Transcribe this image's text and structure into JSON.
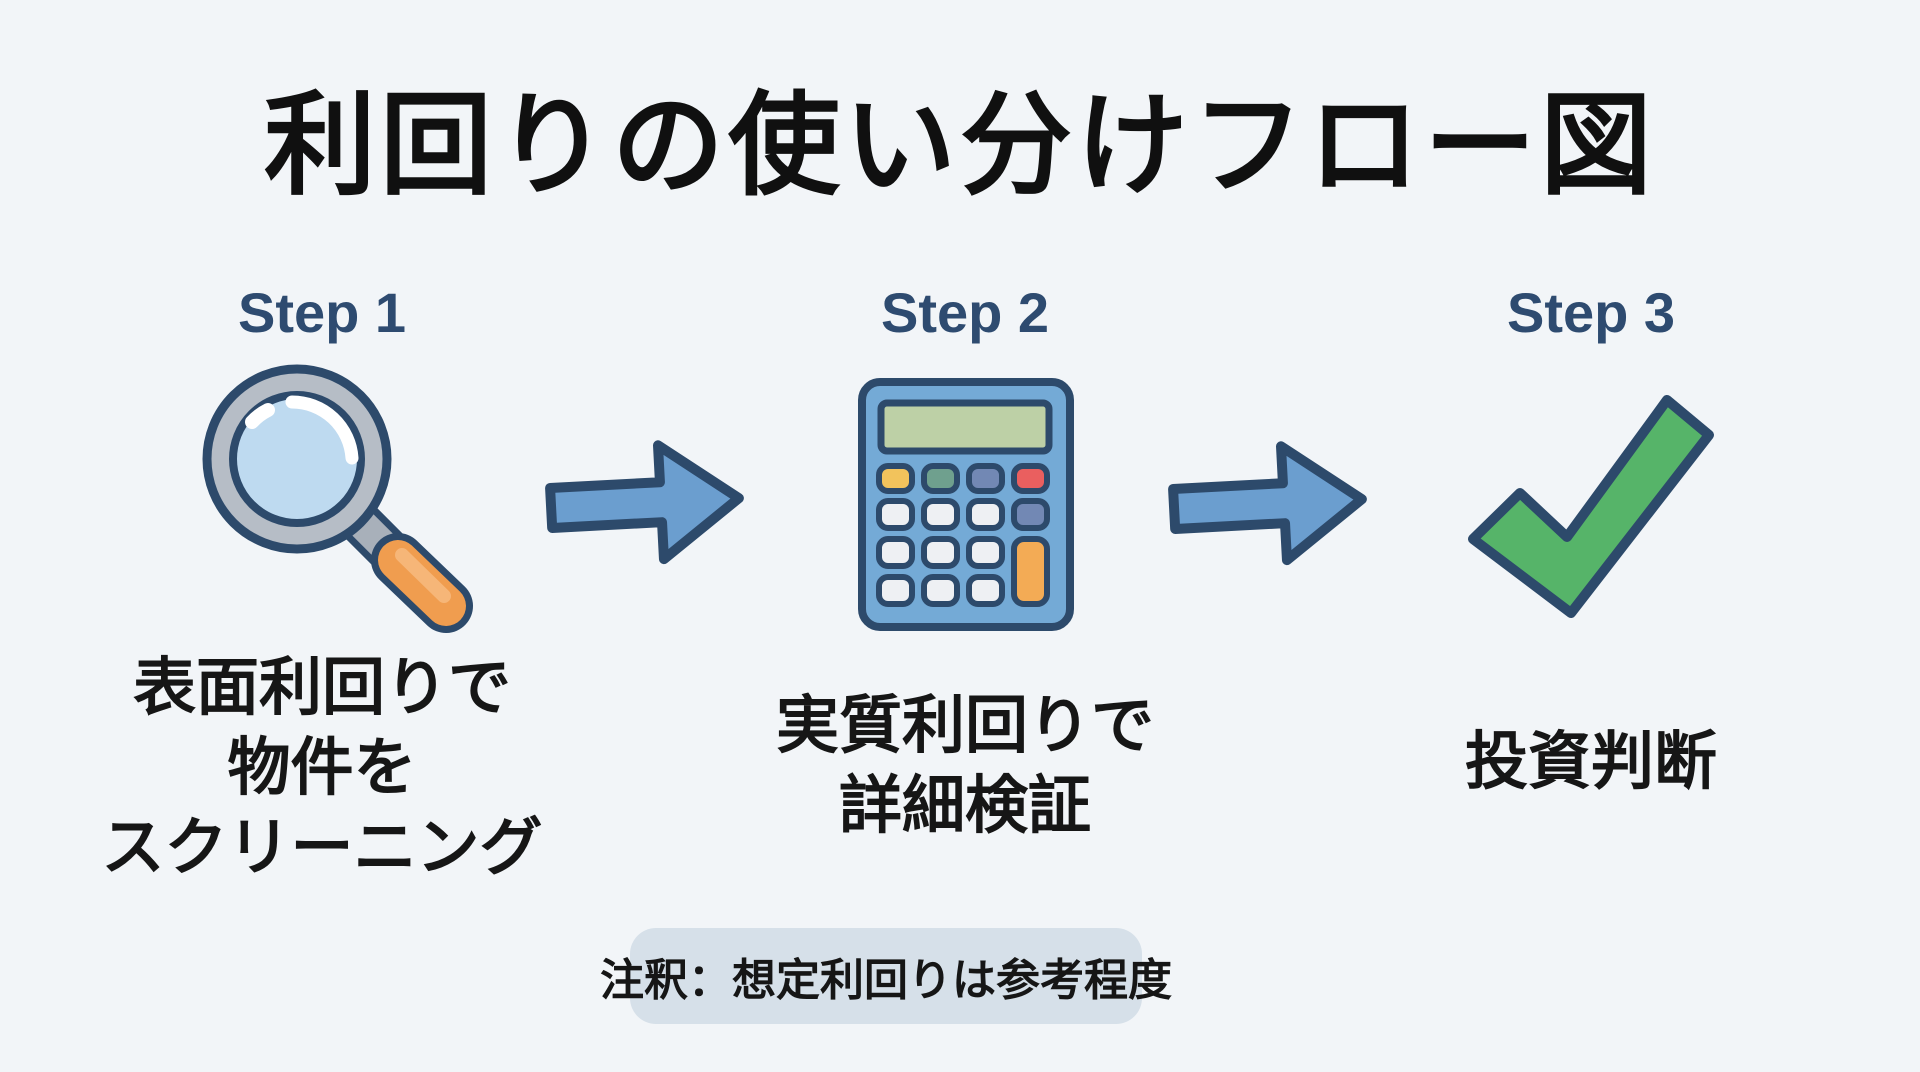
{
  "title": "利回りの使い分けフロー図",
  "steps": [
    {
      "label": "Step 1",
      "icon": "magnifier-icon",
      "lines": [
        "表面利回りで",
        "物件を",
        "スクリーニング"
      ]
    },
    {
      "label": "Step 2",
      "icon": "calculator-icon",
      "lines": [
        "実質利回りで",
        "詳細検証"
      ]
    },
    {
      "label": "Step 3",
      "icon": "checkmark-icon",
      "lines": [
        "投資判断"
      ]
    }
  ],
  "note": "注釈：想定利回りは参考程度",
  "colors": {
    "background": "#f2f5f8",
    "title_text": "#101010",
    "step_label": "#2e4b70",
    "body_text": "#161616",
    "navy_outline": "#2d4a6b",
    "arrow_fill": "#6b9ecf",
    "magnifier_rim": "#b6bdc6",
    "magnifier_lens": "#bedaf0",
    "magnifier_handle": "#f09d4f",
    "calculator_body": "#74aad6",
    "calculator_display": "#bdd0a6",
    "button_yellow": "#f2c35c",
    "button_teal": "#6fa08e",
    "button_bluegray": "#7288b4",
    "button_red": "#ea5f5f",
    "button_white": "#eef0f3",
    "button_orange": "#f3ab55",
    "check_green": "#56b469",
    "note_bg": "#d6e0e9"
  }
}
